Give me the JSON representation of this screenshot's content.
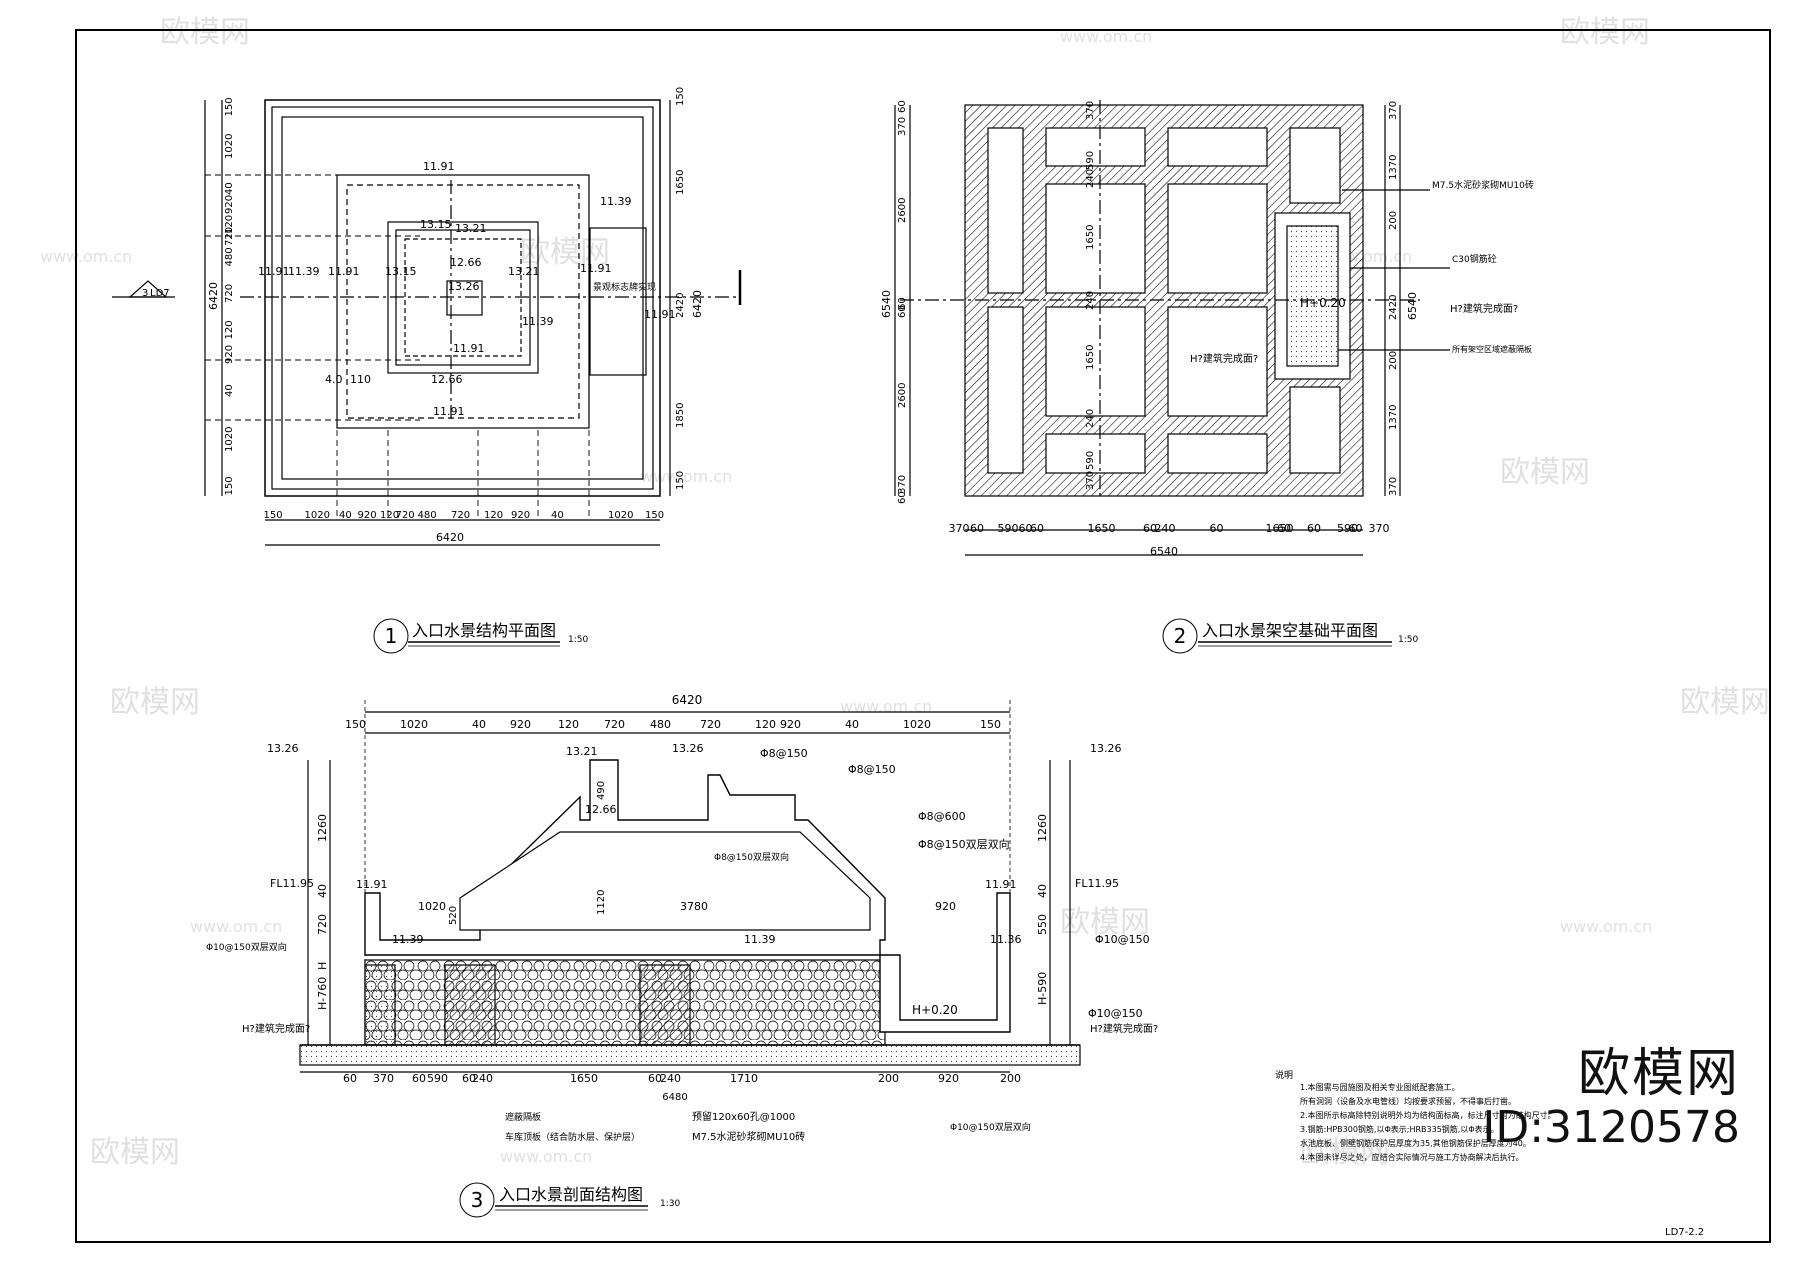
{
  "sheet_number": "LD7-2.2",
  "titles": {
    "plan1": {
      "num": "1",
      "name": "入口水景结构平面图",
      "scale": "1:50"
    },
    "plan2": {
      "num": "2",
      "name": "入口水景架空基础平面图",
      "scale": "1:50"
    },
    "section3": {
      "num": "3",
      "name": "入口水景剖面结构图",
      "scale": "1:30"
    }
  },
  "section_marker": {
    "num": "3",
    "ref": "LD7"
  },
  "plan1": {
    "total": "6420",
    "dims_bottom": [
      "150",
      "1020",
      "40",
      "920",
      "120",
      "720",
      "480",
      "720",
      "120",
      "920",
      "40",
      "1020",
      "150"
    ],
    "dims_left": [
      "150",
      "1020",
      "40",
      "920",
      "120",
      "720",
      "480",
      "720",
      "120",
      "920",
      "40",
      "1020",
      "150"
    ],
    "dims_right": [
      "150",
      "1650",
      "2420",
      "1850",
      "150"
    ],
    "right_total": "6420",
    "elevations": [
      "11.91",
      "11.39",
      "13.15",
      "13.21",
      "12.66",
      "13.26",
      "11.91",
      "11.39",
      "11.91",
      "13.15",
      "13.21",
      "11.91",
      "11.91",
      "11.39",
      "11.91",
      "12.66",
      "11.91",
      "4.0",
      "110"
    ],
    "note": "景观标志牌实现"
  },
  "plan2": {
    "total": "6540",
    "dims_bottom": [
      "370",
      "60",
      "590",
      "60",
      "60",
      "1650",
      "60",
      "240",
      "60",
      "1650",
      "60",
      "60",
      "590",
      "60",
      "370"
    ],
    "dims_left": [
      "60",
      "370",
      "2600",
      "60",
      "60",
      "2600",
      "370",
      "60"
    ],
    "dims_left_total": "6540",
    "dims_right": [
      "370",
      "1370",
      "200",
      "2420",
      "200",
      "1370",
      "370"
    ],
    "right_total": "6540",
    "inner_dims": [
      "370",
      "590",
      "240",
      "1650",
      "240",
      "1650",
      "240",
      "590",
      "370"
    ],
    "labels": {
      "mortar": "M7.5水泥砂浆砌MU10砖",
      "concrete": "C30钢筋砼",
      "height": "H+0.20",
      "hnote": "H?建筑完成面?",
      "note2": "H?建筑完成面?",
      "membrane": "所有架空区域遮蔽隔板"
    }
  },
  "section3": {
    "total": "6420",
    "dims_top": [
      "150",
      "1020",
      "40",
      "920",
      "120",
      "720",
      "480",
      "720",
      "120",
      "920",
      "40",
      "1020",
      "150"
    ],
    "dims_bottom": [
      "60",
      "370",
      "60",
      "590",
      "60",
      "240",
      "1650",
      "60",
      "240",
      "1710",
      "200",
      "920",
      "200"
    ],
    "dims_bottom_total": "6480",
    "levels": [
      "13.26",
      "13.21",
      "13.26",
      "12.66",
      "11.91",
      "11.39",
      "11.39",
      "11.91",
      "11.36",
      "13.26",
      "FL11.95",
      "FL11.95"
    ],
    "left_dims": [
      "1260",
      "40",
      "720",
      "H",
      "H-760"
    ],
    "right_dims": [
      "1260",
      "40",
      "550",
      "H-590"
    ],
    "inner_dims": [
      "1020",
      "3780",
      "920",
      "520",
      "490",
      "1120"
    ],
    "rebar": [
      "Φ8@150",
      "Φ8@150",
      "Φ8@600",
      "Φ8@150双层双向",
      "Φ8@150双层双向",
      "Φ10@150双层双向",
      "Φ10@150",
      "Φ10@150",
      "Φ10@150双层双向"
    ],
    "h_label": "H+0.20",
    "h_ref_left": "H?建筑完成面?",
    "h_ref_right": "H?建筑完成面?",
    "callouts": [
      "遮蔽隔板",
      "车库顶板（结合防水层、保护层）",
      "预留120x60孔@1000",
      "M7.5水泥砂浆砌MU10砖"
    ]
  },
  "notes": {
    "heading": "说明",
    "lines": [
      "1.本图需与园施图及相关专业图纸配套施工。",
      "所有洞洞（设备及水电管线）均按要求预留，不得事后打凿。",
      "2.本图所示标高除特别说明外均为结构面标高，标注尺寸均为结构尺寸。",
      "3.钢筋:HPB300钢筋,以Φ表示;HRB335钢筋,以Φ表示。",
      "水池底板、侧壁钢筋保护层厚度为35,其他钢筋保护层厚度为40。",
      "4.本图未详尽之处，应结合实际情况与施工方协商解决后执行。"
    ]
  },
  "watermark": {
    "brand": "欧模网",
    "url": "www.om.cn",
    "id": "ID:3120578"
  }
}
